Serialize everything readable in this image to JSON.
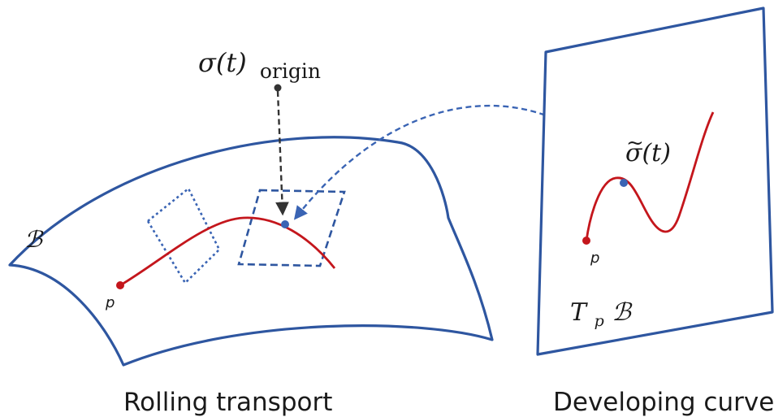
{
  "labels": {
    "sigma_t": "σ(t)",
    "origin_subscript": "origin",
    "manifold": "ℬ",
    "point_p_left": "p",
    "sigma_tilde": "σ(t)",
    "tilde_mark": "~",
    "point_p_right": "p",
    "tangent_space_T": "T",
    "tangent_space_sub": "p",
    "tangent_space_B": "ℬ"
  },
  "captions": {
    "left": "Rolling transport",
    "right": "Developing curve"
  },
  "colors": {
    "surface_outline": "#2e56a0",
    "curve": "#c4161c",
    "point_blue": "#3a64b4",
    "arrow_dark": "#333333",
    "text": "#1a1a1a"
  }
}
